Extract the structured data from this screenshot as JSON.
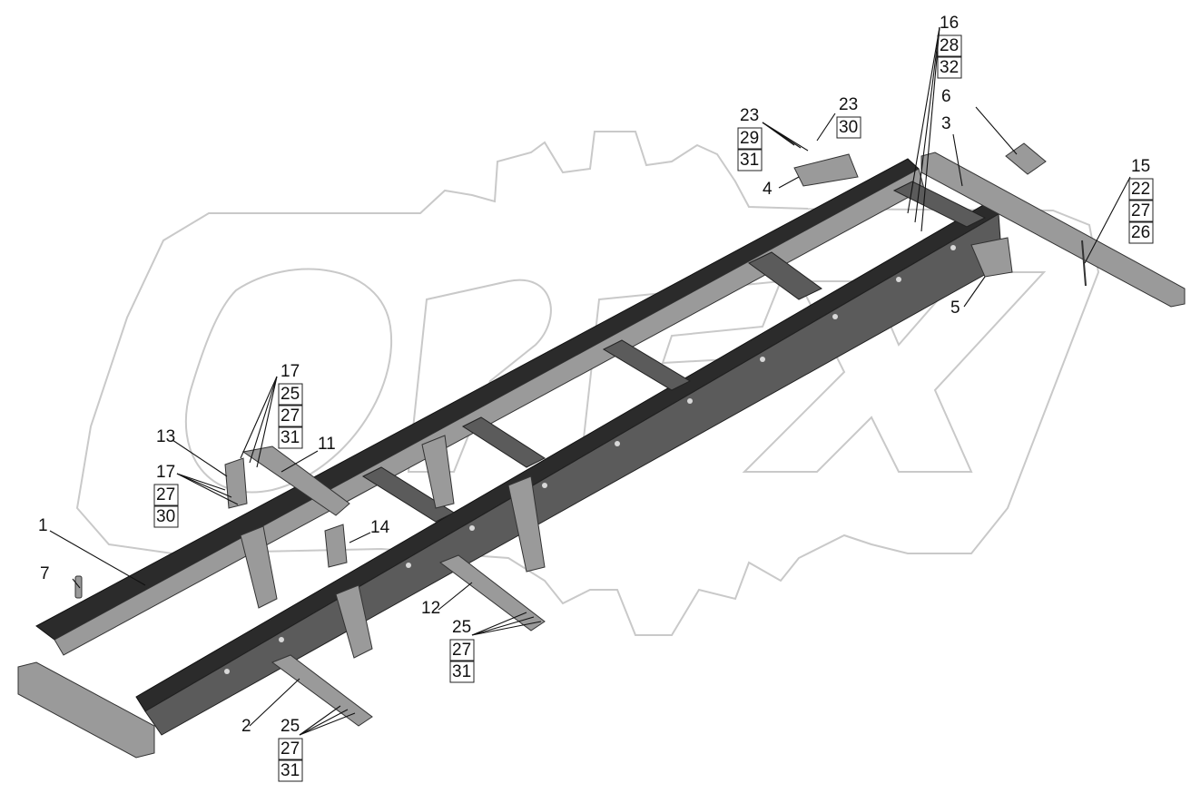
{
  "callouts": {
    "c1": "1",
    "c2": "2",
    "c3": "3",
    "c4": "4",
    "c5": "5",
    "c6": "6",
    "c7": "7",
    "c11": "11",
    "c12": "12",
    "c13": "13",
    "c14": "14"
  },
  "stacks": {
    "s16": [
      "16",
      "28",
      "32"
    ],
    "s23a": [
      "23",
      "29",
      "31"
    ],
    "s23b": [
      "23",
      "30"
    ],
    "s15": [
      "15",
      "22",
      "27",
      "26"
    ],
    "s17a": [
      "17",
      "25",
      "27",
      "31"
    ],
    "s17b": [
      "17",
      "27",
      "30"
    ],
    "s25a": [
      "25",
      "27",
      "31"
    ],
    "s25b": [
      "25",
      "27",
      "31"
    ]
  }
}
